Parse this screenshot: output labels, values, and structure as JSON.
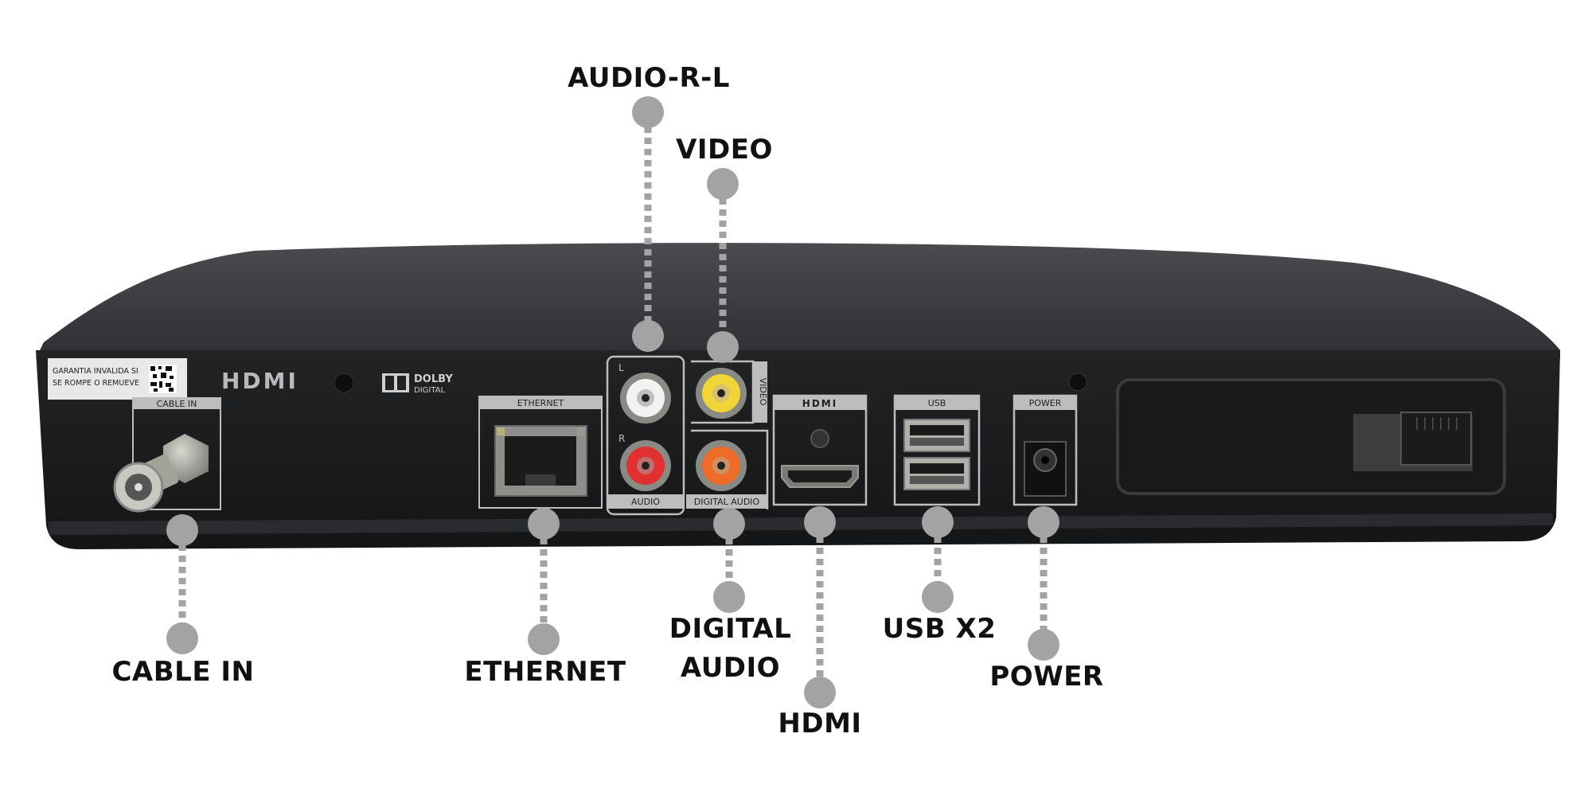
{
  "device": {
    "warranty_sticker": "GARANTIA INVALIDA SI SE ROMPE O REMUEVE",
    "hdmi_logo": "HDMI",
    "dolby_logo_line1": "DOLBY",
    "dolby_logo_line2": "DIGITAL",
    "port_labels": {
      "cable_in": "CABLE IN",
      "ethernet": "ETHERNET",
      "audio": "AUDIO",
      "video": "VIDEO",
      "digital_audio": "DIGITAL AUDIO",
      "hdmi": "HDMI",
      "usb": "USB",
      "power": "POWER",
      "channel_left": "L",
      "channel_right": "R"
    }
  },
  "callouts": [
    {
      "id": "audio-r-l",
      "label": "AUDIO-R-L"
    },
    {
      "id": "video",
      "label": "VIDEO"
    },
    {
      "id": "cable-in",
      "label": "CABLE IN"
    },
    {
      "id": "ethernet",
      "label": "ETHERNET"
    },
    {
      "id": "digital-audio",
      "label": "DIGITAL AUDIO"
    },
    {
      "id": "hdmi",
      "label": "HDMI"
    },
    {
      "id": "usb",
      "label": "USB X2"
    },
    {
      "id": "power",
      "label": "POWER"
    }
  ],
  "colors": {
    "callout_line": "#a3a3a3",
    "device_body": "#1d1e20",
    "device_top": "#3a3b3e",
    "label_text": "#111111"
  }
}
